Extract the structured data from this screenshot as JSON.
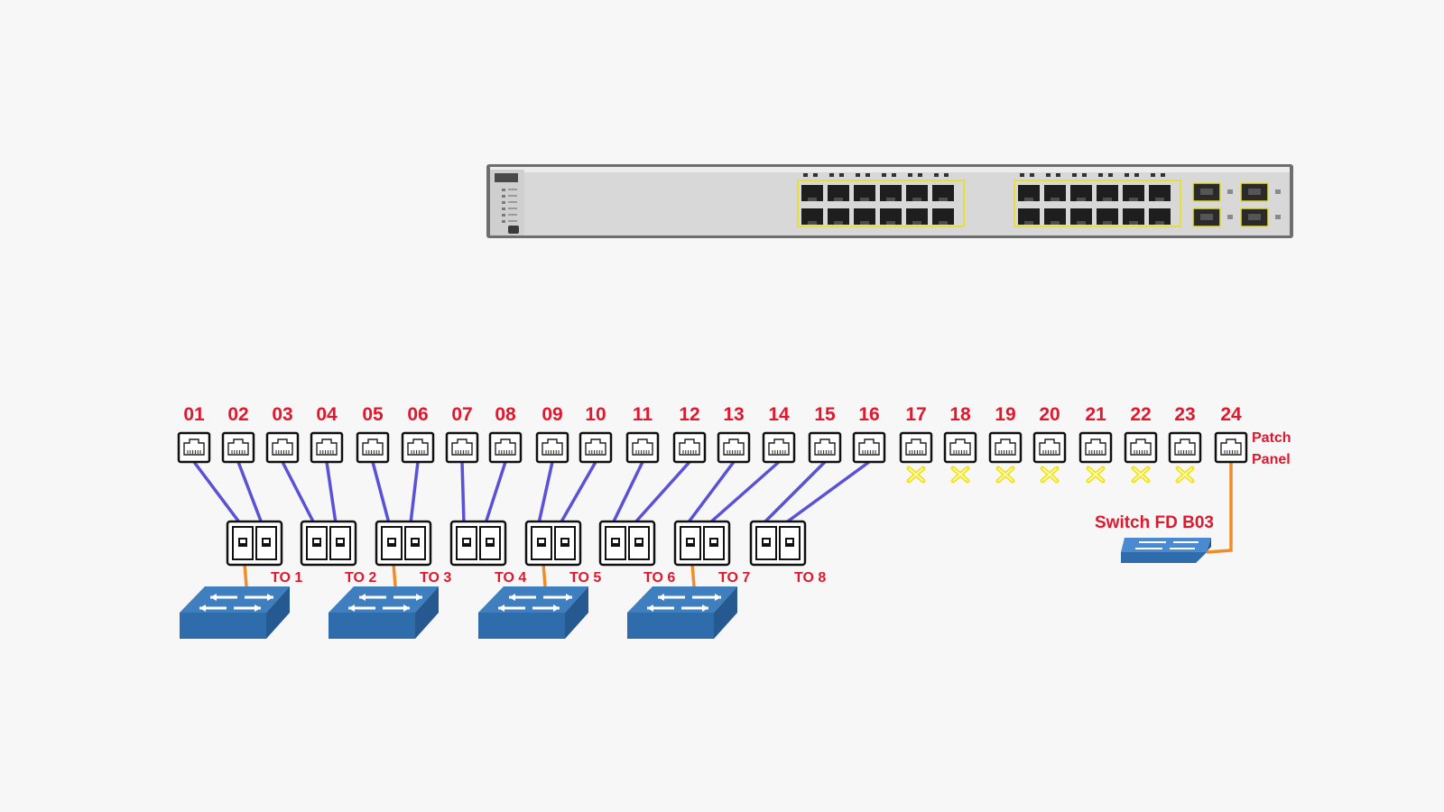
{
  "colors": {
    "background": "#f7f7f7",
    "label_red": "#e0182d",
    "patch_link_blue": "#5a52d6",
    "uplink_orange": "#f28c28",
    "unused_yellow": "#f2e311",
    "switch_blue": "#2f6cab",
    "switch_top": "#3f7fc0",
    "main_switch_body": "#d8d8d8"
  },
  "patch_panel": {
    "label_line1": "Patch",
    "label_line2": "Panel",
    "ports": [
      {
        "number": "01",
        "state": "to-outlet",
        "outlet": 1
      },
      {
        "number": "02",
        "state": "to-outlet",
        "outlet": 1
      },
      {
        "number": "03",
        "state": "to-outlet",
        "outlet": 2
      },
      {
        "number": "04",
        "state": "to-outlet",
        "outlet": 2
      },
      {
        "number": "05",
        "state": "to-outlet",
        "outlet": 3
      },
      {
        "number": "06",
        "state": "to-outlet",
        "outlet": 3
      },
      {
        "number": "07",
        "state": "to-outlet",
        "outlet": 4
      },
      {
        "number": "08",
        "state": "to-outlet",
        "outlet": 4
      },
      {
        "number": "09",
        "state": "to-outlet",
        "outlet": 5
      },
      {
        "number": "10",
        "state": "to-outlet",
        "outlet": 5
      },
      {
        "number": "11",
        "state": "to-outlet",
        "outlet": 6
      },
      {
        "number": "12",
        "state": "to-outlet",
        "outlet": 6
      },
      {
        "number": "13",
        "state": "to-outlet",
        "outlet": 7
      },
      {
        "number": "14",
        "state": "to-outlet",
        "outlet": 7
      },
      {
        "number": "15",
        "state": "to-outlet",
        "outlet": 8
      },
      {
        "number": "16",
        "state": "to-outlet",
        "outlet": 8
      },
      {
        "number": "17",
        "state": "unused"
      },
      {
        "number": "18",
        "state": "unused"
      },
      {
        "number": "19",
        "state": "unused"
      },
      {
        "number": "20",
        "state": "unused"
      },
      {
        "number": "21",
        "state": "unused"
      },
      {
        "number": "22",
        "state": "unused"
      },
      {
        "number": "23",
        "state": "unused"
      },
      {
        "number": "24",
        "state": "to-switch-fd-b03"
      }
    ]
  },
  "outlets": [
    {
      "label": "TO 1",
      "has_switch": true
    },
    {
      "label": "TO 2",
      "has_switch": false
    },
    {
      "label": "TO 3",
      "has_switch": true
    },
    {
      "label": "TO 4",
      "has_switch": false
    },
    {
      "label": "TO 5",
      "has_switch": true
    },
    {
      "label": "TO 6",
      "has_switch": false
    },
    {
      "label": "TO 7",
      "has_switch": true
    },
    {
      "label": "TO 8",
      "has_switch": false
    }
  ],
  "switch_fd": {
    "label": "Switch FD B03",
    "connected_port": "24"
  },
  "main_switch": {
    "port_count": 24,
    "uplink_count": 4,
    "icon": "rack-switch-icon"
  }
}
